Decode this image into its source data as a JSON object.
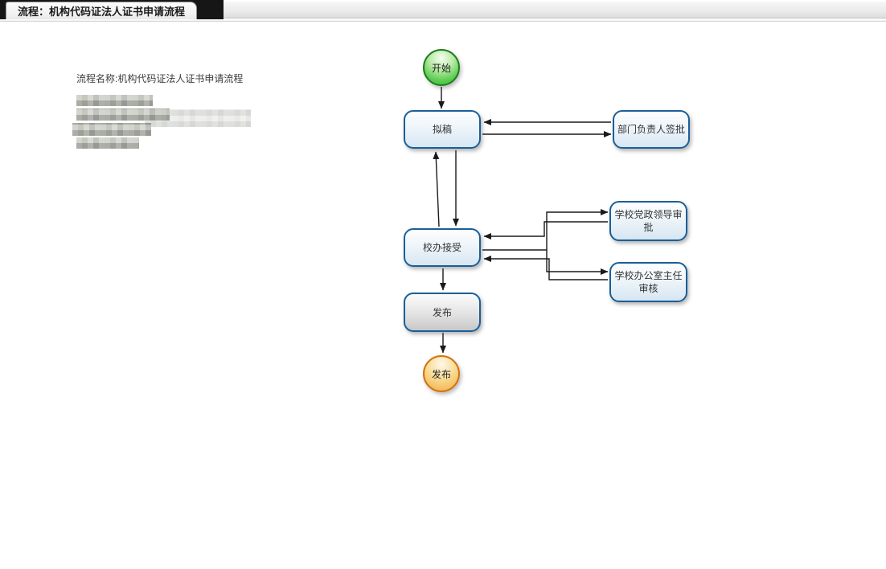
{
  "tab": {
    "title": "流程：机构代码证法人证书申请流程"
  },
  "info": {
    "process_name": "流程名称:机构代码证法人证书申请流程"
  },
  "flowchart": {
    "nodes": {
      "start": {
        "label": "开始",
        "shape": "circle",
        "color": "green"
      },
      "draft": {
        "label": "拟稿",
        "shape": "rounded-box"
      },
      "dept_approval": {
        "label": "部门负责人签批",
        "shape": "rounded-box"
      },
      "office_accept": {
        "label": "校办接受",
        "shape": "rounded-box"
      },
      "leaders_approval": {
        "label": "学校党政领导审批",
        "shape": "rounded-box"
      },
      "director_review": {
        "label": "学校办公室主任审核",
        "shape": "rounded-box"
      },
      "publish_box": {
        "label": "发布",
        "shape": "rounded-box",
        "fill": "gray"
      },
      "end": {
        "label": "发布",
        "shape": "circle",
        "color": "orange"
      }
    },
    "edges": [
      {
        "from": "start",
        "to": "draft"
      },
      {
        "from": "draft",
        "to": "dept_approval"
      },
      {
        "from": "dept_approval",
        "to": "draft"
      },
      {
        "from": "draft",
        "to": "office_accept"
      },
      {
        "from": "office_accept",
        "to": "draft"
      },
      {
        "from": "office_accept",
        "to": "leaders_approval"
      },
      {
        "from": "leaders_approval",
        "to": "office_accept"
      },
      {
        "from": "office_accept",
        "to": "director_review"
      },
      {
        "from": "director_review",
        "to": "office_accept"
      },
      {
        "from": "office_accept",
        "to": "publish_box"
      },
      {
        "from": "publish_box",
        "to": "end"
      }
    ]
  },
  "colors": {
    "node_border_blue": "#1b5e97",
    "node_fill_blue_top": "#fdfeff",
    "node_fill_blue_bottom": "#d7e6f2",
    "start_border_green": "#1f7d1f",
    "start_fill_green": "#3cba38",
    "end_border_orange": "#d2730f",
    "end_fill_orange": "#f3ab41",
    "publish_fill_gray": "#c8c8c8",
    "arrow": "#1a1a1a",
    "tab_dark_strip": "#161616"
  }
}
